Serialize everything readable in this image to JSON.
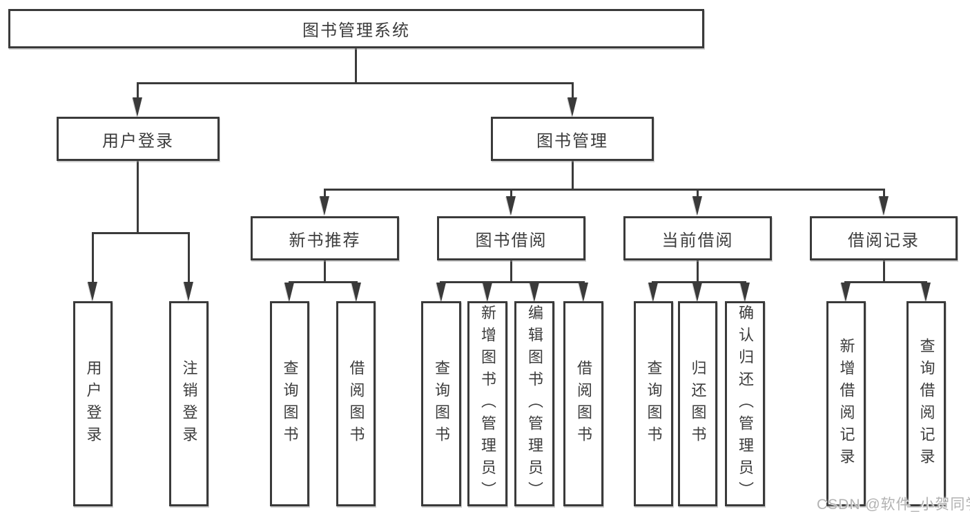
{
  "colors": {
    "line": "#3a3a3a",
    "text": "#3c3c3c",
    "watermark": "#b2b2b2",
    "background": "#ffffff"
  },
  "watermark": "CSDN @软件_小贺同学",
  "tree": {
    "root": {
      "label": "图书管理系统"
    },
    "level2": [
      {
        "label": "用户登录"
      },
      {
        "label": "图书管理"
      }
    ],
    "level3": [
      {
        "label": "新书推荐"
      },
      {
        "label": "图书借阅"
      },
      {
        "label": "当前借阅"
      },
      {
        "label": "借阅记录"
      }
    ],
    "leaves": {
      "user_login": [
        {
          "label": "用户登录"
        },
        {
          "label": "注销登录"
        }
      ],
      "new_book": [
        {
          "label": "查询图书"
        },
        {
          "label": "借阅图书"
        }
      ],
      "book_borrow": [
        {
          "label": "查询图书"
        },
        {
          "label": "新增图书（管理员）"
        },
        {
          "label": "编辑图书（管理员）"
        },
        {
          "label": "借阅图书"
        }
      ],
      "current_borrow": [
        {
          "label": "查询图书"
        },
        {
          "label": "归还图书"
        },
        {
          "label": "确认归还（管理员）"
        }
      ],
      "borrow_record": [
        {
          "label": "新增借阅记录"
        },
        {
          "label": "查询借阅记录"
        }
      ]
    }
  }
}
